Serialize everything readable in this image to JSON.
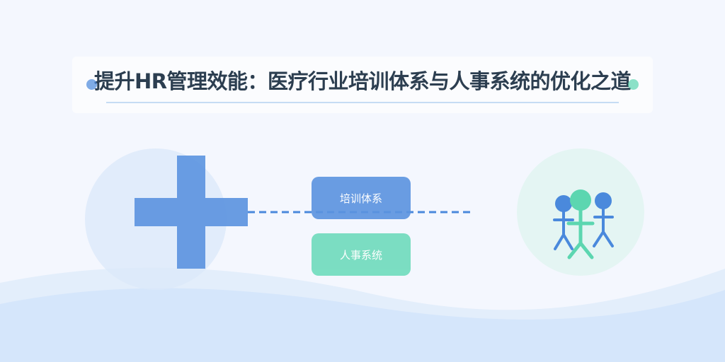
{
  "title": "提升HR管理效能：医疗行业培训体系与人事系统的优化之道",
  "boxes": {
    "training": {
      "label": "培训体系",
      "color": "#5b93e0"
    },
    "hr": {
      "label": "人事系统",
      "color": "#6edbbc"
    }
  },
  "colors": {
    "blue": "#4a89dc",
    "green": "#5cd6b0",
    "title": "#2c3e50"
  },
  "icons": [
    "medical-cross-icon",
    "people-icon"
  ]
}
